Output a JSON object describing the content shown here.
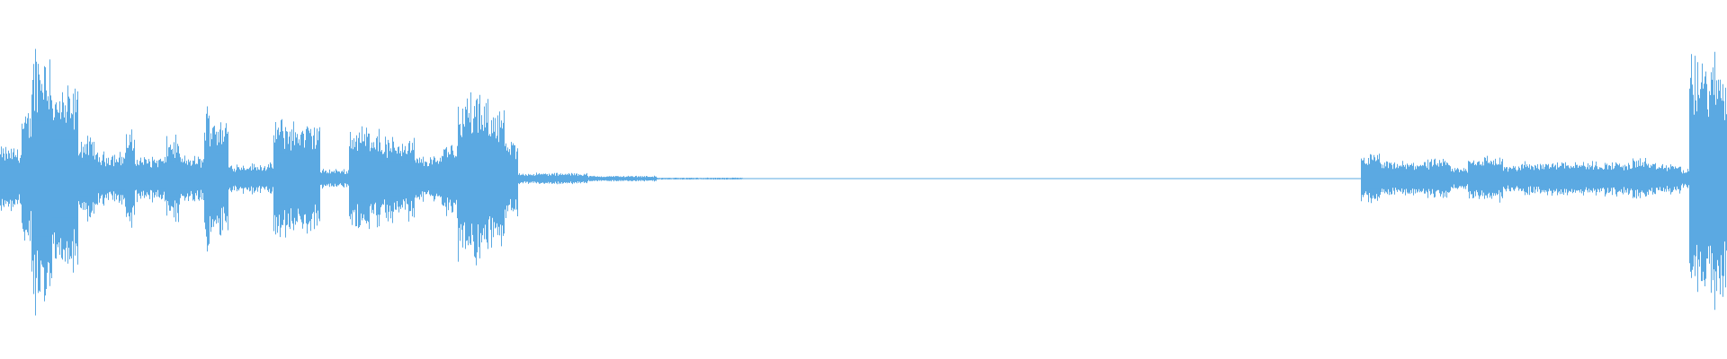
{
  "waveform": {
    "color": "#5ba9e2",
    "duration_fraction_note_free": true,
    "segments": [
      {
        "start": 0.0,
        "end": 0.012,
        "amp": 0.17
      },
      {
        "start": 0.012,
        "end": 0.018,
        "amp": 0.35
      },
      {
        "start": 0.018,
        "end": 0.03,
        "amp": 0.72
      },
      {
        "start": 0.03,
        "end": 0.045,
        "amp": 0.48
      },
      {
        "start": 0.045,
        "end": 0.055,
        "amp": 0.22
      },
      {
        "start": 0.055,
        "end": 0.072,
        "amp": 0.14
      },
      {
        "start": 0.072,
        "end": 0.078,
        "amp": 0.25
      },
      {
        "start": 0.078,
        "end": 0.096,
        "amp": 0.12
      },
      {
        "start": 0.096,
        "end": 0.104,
        "amp": 0.22
      },
      {
        "start": 0.104,
        "end": 0.118,
        "amp": 0.12
      },
      {
        "start": 0.118,
        "end": 0.125,
        "amp": 0.38
      },
      {
        "start": 0.125,
        "end": 0.132,
        "amp": 0.32
      },
      {
        "start": 0.132,
        "end": 0.158,
        "amp": 0.08
      },
      {
        "start": 0.158,
        "end": 0.168,
        "amp": 0.32
      },
      {
        "start": 0.168,
        "end": 0.185,
        "amp": 0.3
      },
      {
        "start": 0.185,
        "end": 0.202,
        "amp": 0.05
      },
      {
        "start": 0.202,
        "end": 0.22,
        "amp": 0.28
      },
      {
        "start": 0.22,
        "end": 0.24,
        "amp": 0.22
      },
      {
        "start": 0.24,
        "end": 0.255,
        "amp": 0.12
      },
      {
        "start": 0.255,
        "end": 0.265,
        "amp": 0.2
      },
      {
        "start": 0.265,
        "end": 0.278,
        "amp": 0.45
      },
      {
        "start": 0.278,
        "end": 0.292,
        "amp": 0.4
      },
      {
        "start": 0.292,
        "end": 0.3,
        "amp": 0.2
      },
      {
        "start": 0.3,
        "end": 0.34,
        "amp": 0.03
      },
      {
        "start": 0.34,
        "end": 0.38,
        "amp": 0.015
      },
      {
        "start": 0.38,
        "end": 0.43,
        "amp": 0.005
      },
      {
        "start": 0.43,
        "end": 0.788,
        "amp": 0.0
      },
      {
        "start": 0.788,
        "end": 0.8,
        "amp": 0.13
      },
      {
        "start": 0.8,
        "end": 0.82,
        "amp": 0.09
      },
      {
        "start": 0.82,
        "end": 0.84,
        "amp": 0.1
      },
      {
        "start": 0.84,
        "end": 0.85,
        "amp": 0.06
      },
      {
        "start": 0.85,
        "end": 0.87,
        "amp": 0.12
      },
      {
        "start": 0.87,
        "end": 0.88,
        "amp": 0.07
      },
      {
        "start": 0.88,
        "end": 0.9,
        "amp": 0.09
      },
      {
        "start": 0.9,
        "end": 0.915,
        "amp": 0.1
      },
      {
        "start": 0.915,
        "end": 0.945,
        "amp": 0.09
      },
      {
        "start": 0.945,
        "end": 0.955,
        "amp": 0.11
      },
      {
        "start": 0.955,
        "end": 0.973,
        "amp": 0.08
      },
      {
        "start": 0.973,
        "end": 0.978,
        "amp": 0.05
      },
      {
        "start": 0.978,
        "end": 1.0,
        "amp": 0.65
      }
    ]
  }
}
